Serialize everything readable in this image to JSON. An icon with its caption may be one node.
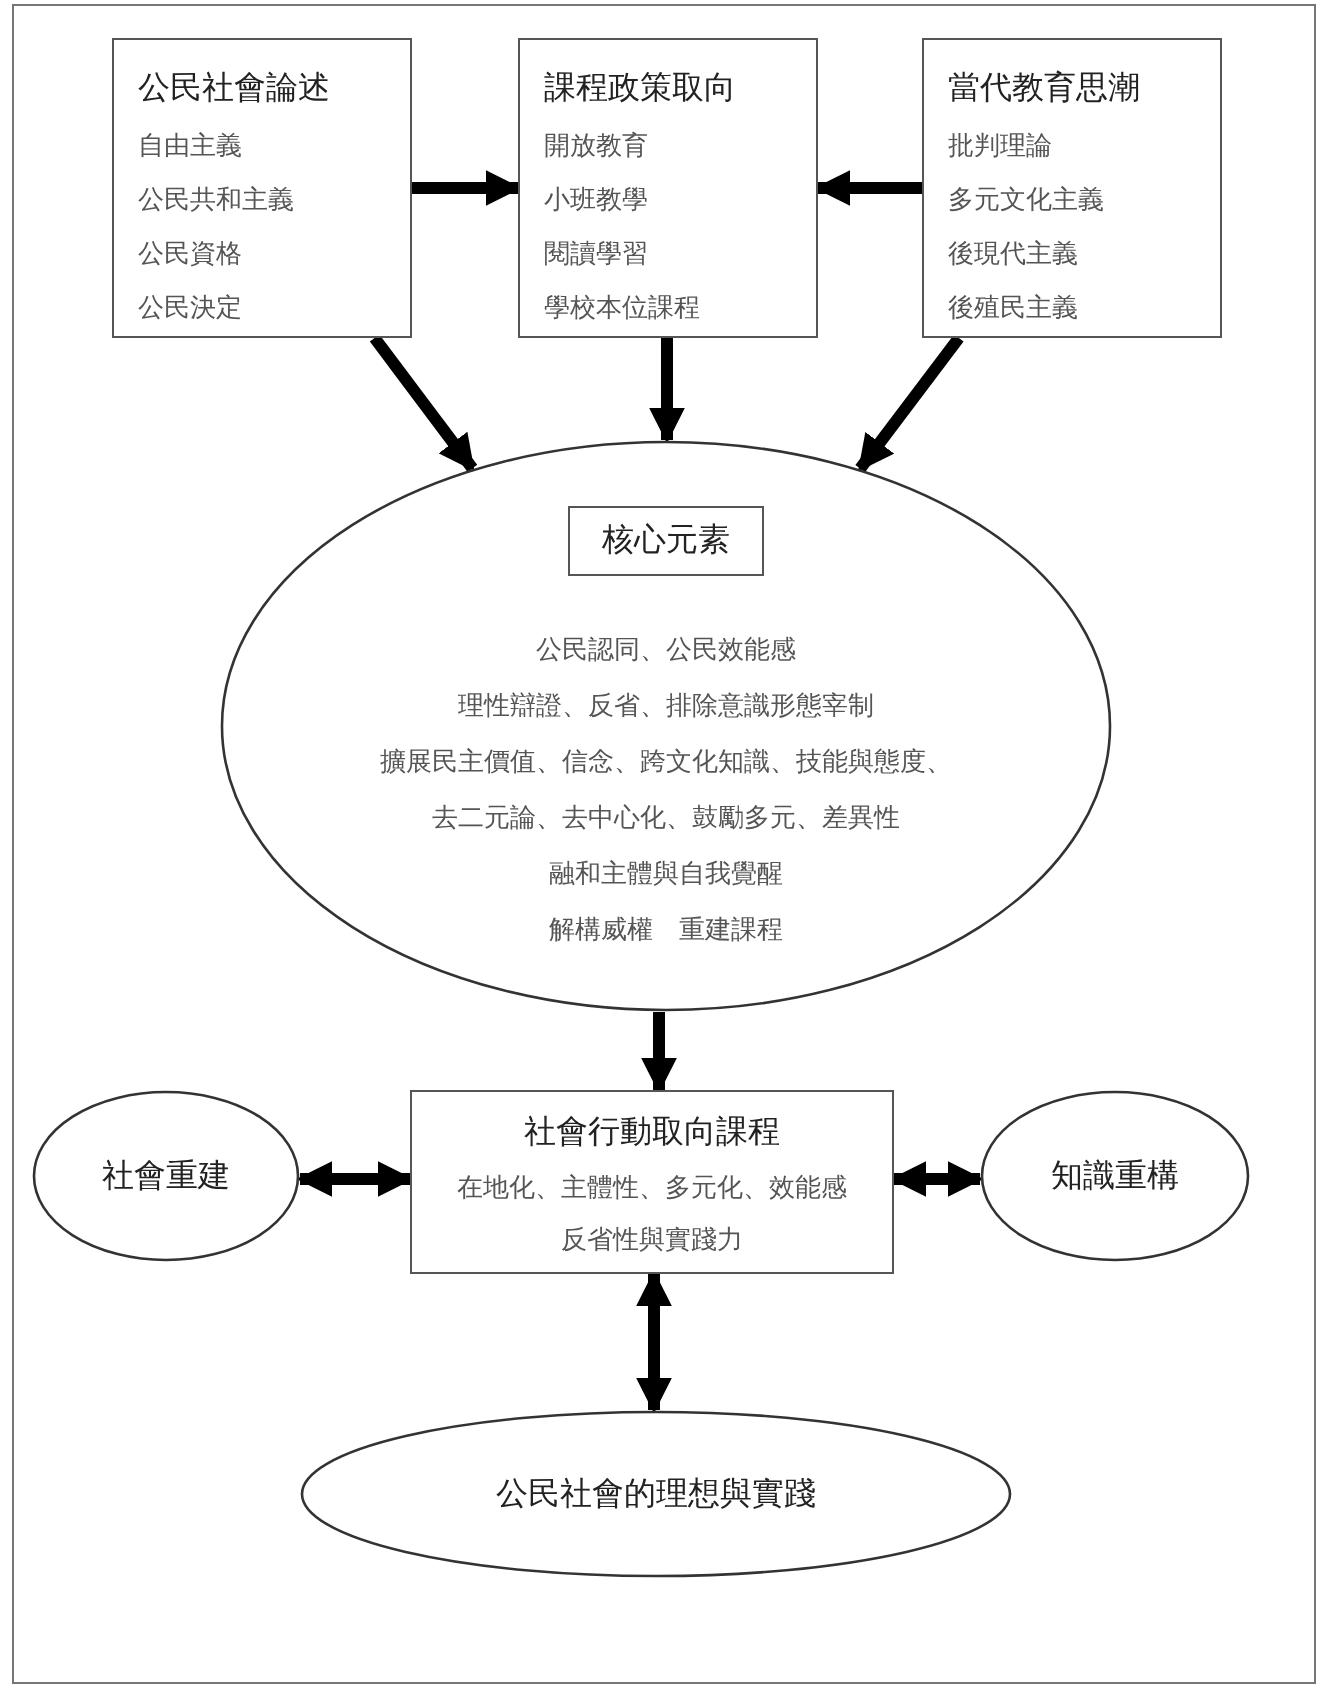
{
  "diagram": {
    "nodes": [
      {
        "text": [
          "公民社會論述",
          "自由主義",
          "公民共和主義",
          "公民資格",
          "公民決定"
        ]
      },
      {
        "text": [
          "課程政策取向",
          "開放教育",
          "小班教學",
          "閱讀學習",
          "學校本位課程"
        ]
      },
      {
        "text": [
          "當代教育思潮",
          "批判理論",
          "多元文化主義",
          "後現代主義",
          "後殖民主義"
        ]
      },
      {
        "text": [
          "公民認同、公民效能感",
          "理性辯證、反省、排除意識形態宰制",
          "擴展民主價值、信念、跨文化知識、技能與態度、",
          "去二元論、去中心化、鼓勵多元、差異性",
          "融和主體與自我覺醒",
          "解構威權　重建課程"
        ]
      },
      {
        "text": [
          "核心元素"
        ],
        "in": 3
      },
      {
        "text": [
          "社會重建"
        ]
      },
      {
        "text": [
          "社會行動取向課程",
          "在地化、主體性、多元化、效能感",
          "反省性與實踐力"
        ]
      },
      {
        "text": [
          "知識重構"
        ]
      },
      {
        "text": [
          "公民社會的理想與實踐"
        ]
      }
    ],
    "edges": [
      {
        "from": 0,
        "to": 1,
        "arrow": "to"
      },
      {
        "from": 2,
        "to": 1,
        "arrow": "to"
      },
      {
        "from": 0,
        "to": 3,
        "arrow": "to"
      },
      {
        "from": 1,
        "to": 3,
        "arrow": "to"
      },
      {
        "from": 2,
        "to": 3,
        "arrow": "to"
      },
      {
        "from": 3,
        "to": 6,
        "arrow": "to"
      },
      {
        "from": 5,
        "to": 6,
        "arrow": "both"
      },
      {
        "from": 6,
        "to": 7,
        "arrow": "both"
      },
      {
        "from": 6,
        "to": 8,
        "arrow": "both"
      }
    ]
  }
}
